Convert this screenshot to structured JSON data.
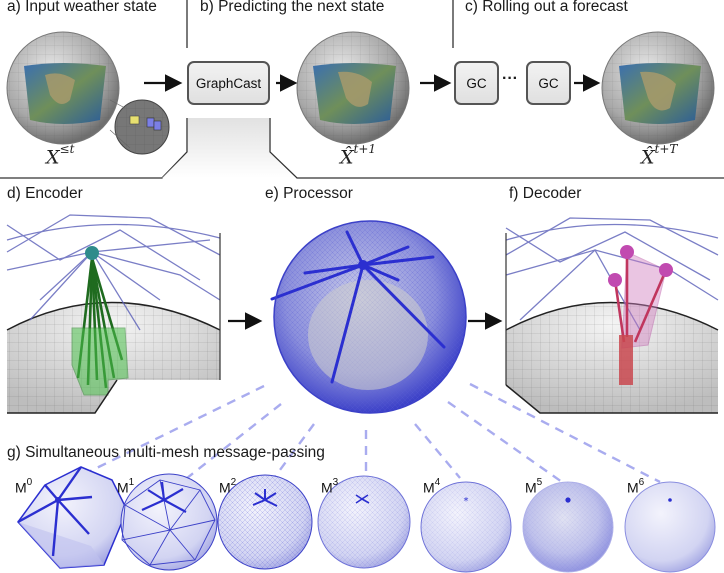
{
  "panels": {
    "a": {
      "label": "a)  Input weather state",
      "math_base": "X",
      "math_sup": "≤t"
    },
    "b": {
      "label": "b)  Predicting the next state",
      "model": "GraphCast",
      "math_base": "X̂",
      "math_sup": "t+1"
    },
    "c": {
      "label": "c)  Rolling out a forecast",
      "gc1": "GC",
      "gc2": "GC",
      "ellipsis": "···",
      "math_base": "X̂",
      "math_sup": "t+T"
    },
    "d": {
      "label": "d)  Encoder"
    },
    "e": {
      "label": "e)  Processor"
    },
    "f": {
      "label": "f)  Decoder"
    },
    "g": {
      "label": "g)  Simultaneous multi-mesh message-passing"
    }
  },
  "meshes": [
    {
      "base": "M",
      "sup": "0"
    },
    {
      "base": "M",
      "sup": "1"
    },
    {
      "base": "M",
      "sup": "2"
    },
    {
      "base": "M",
      "sup": "3"
    },
    {
      "base": "M",
      "sup": "4"
    },
    {
      "base": "M",
      "sup": "5"
    },
    {
      "base": "M",
      "sup": "6"
    }
  ],
  "colors": {
    "mesh_blue": "#2b2fd0",
    "mesh_light": "#8f93e6",
    "dash": "#a9acef",
    "encoder_green": "#2d8a2d",
    "decoder_magenta": "#c0399a",
    "node_teal": "#2e8b8b",
    "earth_gray": "#9a9a9a"
  }
}
